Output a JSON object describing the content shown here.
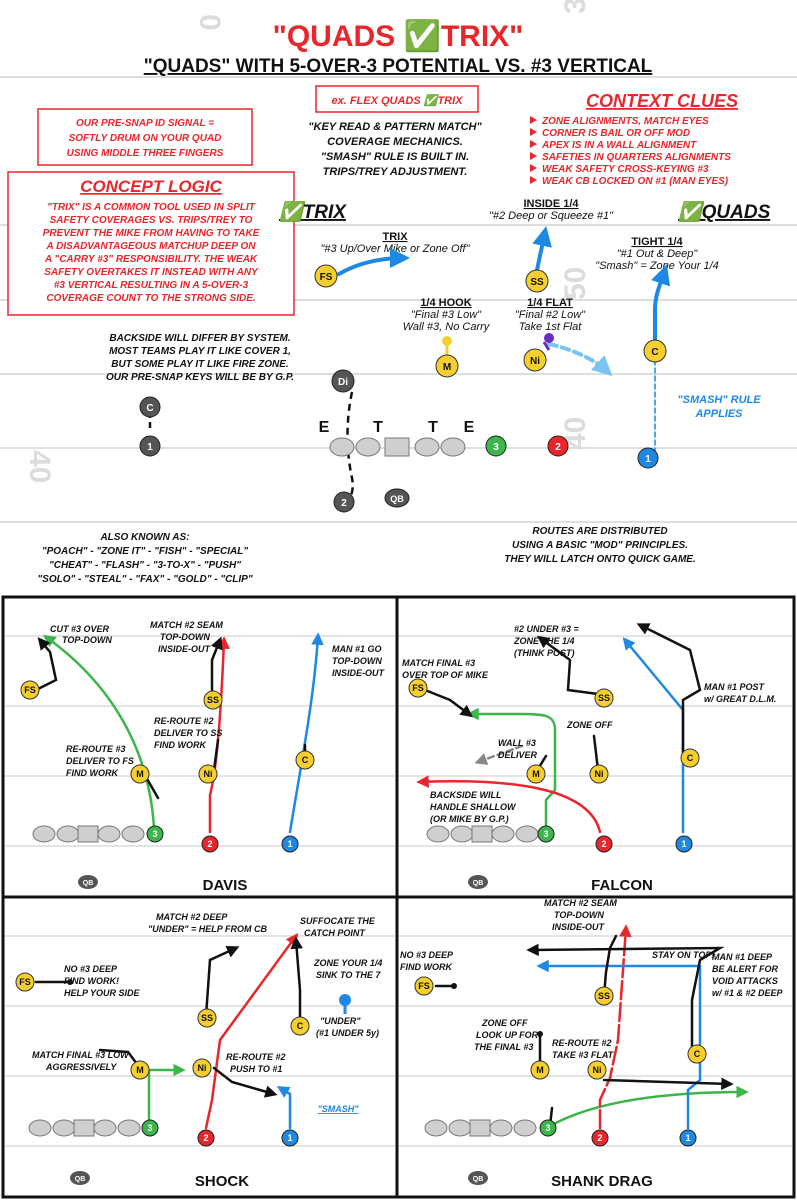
{
  "title": "\"QUADS ✅TRIX\"",
  "subtitle": "\"QUADS\" WITH 5-OVER-3 POTENTIAL VS. #3 VERTICAL",
  "example": "ex. FLEX QUADS ✅TRIX",
  "signal": [
    "OUR PRE-SNAP ID SIGNAL =",
    "SOFTLY DRUM ON YOUR QUAD",
    "USING MIDDLE THREE FINGERS"
  ],
  "mechanics": [
    "\"KEY READ & PATTERN MATCH\"",
    "COVERAGE MECHANICS.",
    "\"SMASH\" RULE IS BUILT IN.",
    "TRIPS/TREY ADJUSTMENT."
  ],
  "context": {
    "heading": "CONTEXT CLUES",
    "items": [
      "ZONE ALIGNMENTS, MATCH EYES",
      "CORNER IS BAIL OR OFF MOD",
      "APEX IS IN A WALL ALIGNMENT",
      "SAFETIES IN QUARTERS ALIGNMENTS",
      "WEAK SAFETY CROSS-KEYING #3",
      "WEAK CB LOCKED ON #1 (MAN EYES)"
    ]
  },
  "concept": {
    "heading": "CONCEPT LOGIC",
    "lines": [
      "\"TRIX\" IS A COMMON TOOL USED IN SPLIT",
      "SAFETY COVERAGES VS. TRIPS/TREY TO",
      "PREVENT THE MIKE FROM HAVING TO TAKE",
      "A DISADVANTAGEOUS MATCHUP DEEP ON",
      "A \"CARRY #3\" RESPONSIBILITY. THE WEAK",
      "SAFETY OVERTAKES IT INSTEAD WITH ANY",
      "#3 VERTICAL RESULTING IN A 5-OVER-3",
      "COVERAGE COUNT TO THE STRONG SIDE."
    ]
  },
  "main": {
    "trix_tag": "✅TRIX",
    "quads_tag": "✅QUADS",
    "trix": {
      "head": "TRIX",
      "sub": "\"#3 Up/Over Mike or Zone Off\""
    },
    "inside": {
      "head": "INSIDE 1/4",
      "sub": "\"#2 Deep or Squeeze #1\""
    },
    "tight": {
      "head": "TIGHT 1/4",
      "sub1": "\"#1 Out & Deep\"",
      "sub2": "\"Smash\" = Zone Your 1/4"
    },
    "hook": {
      "head": "1/4 HOOK",
      "sub1": "\"Final #3 Low\"",
      "sub2": "Wall #3, No Carry"
    },
    "flat": {
      "head": "1/4 FLAT",
      "sub1": "\"Final #2 Low\"",
      "sub2": "Take 1st Flat"
    },
    "backside": [
      "BACKSIDE WILL DIFFER BY SYSTEM.",
      "MOST TEAMS PLAY IT LIKE COVER 1,",
      "BUT SOME PLAY IT LIKE FIRE ZONE.",
      "OUR PRE-SNAP KEYS WILL BE BY G.P."
    ],
    "smash": [
      "\"SMASH\" RULE",
      "APPLIES"
    ],
    "line_letters": [
      "E",
      "T",
      "T",
      "E"
    ],
    "aka": [
      "ALSO KNOWN AS:",
      "\"POACH\" - \"ZONE IT\" - \"FISH\" - \"SPECIAL\"",
      "\"CHEAT\" - \"FLASH\" - \"3-TO-X\" - \"PUSH\"",
      "\"SOLO\" - \"STEAL\" - \"FAX\" - \"GOLD\" - \"CLIP\""
    ],
    "routes": [
      "ROUTES ARE DISTRIBUTED",
      "USING A BASIC \"MOD\" PRINCIPLES.",
      "THEY WILL LATCH ONTO QUICK GAME."
    ],
    "yard_numbers": [
      "40",
      "40",
      "50",
      "3",
      "0"
    ]
  },
  "players": {
    "fs": "FS",
    "ss": "SS",
    "m": "M",
    "ni": "Ni",
    "c": "C",
    "di": "Di",
    "qb": "QB",
    "r1": "1",
    "r2": "2",
    "r3": "3"
  },
  "panels": [
    {
      "name": "DAVIS",
      "notes": [
        [
          "CUT #3 OVER",
          "TOP-DOWN"
        ],
        [
          "MATCH #2 SEAM",
          "TOP-DOWN",
          "INSIDE-OUT"
        ],
        [
          "MAN #1 GO",
          "TOP-DOWN",
          "INSIDE-OUT"
        ],
        [
          "RE-ROUTE #2",
          "DELIVER TO SS",
          "FIND WORK"
        ],
        [
          "RE-ROUTE #3",
          "DELIVER TO FS",
          "FIND WORK"
        ]
      ]
    },
    {
      "name": "FALCON",
      "notes": [
        [
          "#2 UNDER #3 =",
          "ZONE THE 1/4",
          "(THINK POST)"
        ],
        [
          "MATCH FINAL #3",
          "OVER TOP OF MIKE"
        ],
        [
          "MAN #1 POST",
          "w/ GREAT D.L.M."
        ],
        [
          "ZONE OFF"
        ],
        [
          "WALL #3",
          "DELIVER"
        ],
        [
          "BACKSIDE WILL",
          "HANDLE SHALLOW",
          "(OR MIKE BY G.P.)"
        ]
      ]
    },
    {
      "name": "SHOCK",
      "notes": [
        [
          "MATCH #2 DEEP",
          "\"UNDER\" = HELP FROM CB"
        ],
        [
          "SUFFOCATE THE",
          "CATCH POINT"
        ],
        [
          "NO #3 DEEP",
          "FIND WORK!",
          "HELP YOUR SIDE"
        ],
        [
          "ZONE YOUR 1/4",
          "SINK TO THE 7"
        ],
        [
          "\"UNDER\"",
          "(#1 UNDER 5y)"
        ],
        [
          "MATCH FINAL #3 LOW",
          "AGGRESSIVELY"
        ],
        [
          "RE-ROUTE #2",
          "PUSH TO #1"
        ],
        [
          "\"SMASH\""
        ]
      ]
    },
    {
      "name": "SHANK DRAG",
      "notes": [
        [
          "MATCH #2 SEAM",
          "TOP-DOWN",
          "INSIDE-OUT"
        ],
        [
          "STAY ON TOP!"
        ],
        [
          "NO #3 DEEP",
          "FIND WORK"
        ],
        [
          "MAN #1 DEEP",
          "BE ALERT FOR",
          "VOID ATTACKS",
          "w/ #1 & #2 DEEP"
        ],
        [
          "ZONE OFF",
          "LOOK UP FOR",
          "THE FINAL #3"
        ],
        [
          "RE-ROUTE #2",
          "TAKE #3 FLAT"
        ]
      ]
    }
  ],
  "colors": {
    "red": "#e8262b",
    "blue": "#1e88e5",
    "lightblue": "#7cc4f0",
    "green": "#3cb54a",
    "yellow": "#f6cf2f",
    "purple": "#6a2bc9",
    "gray": "#bdbdbd",
    "dark": "#4a4a4a"
  }
}
